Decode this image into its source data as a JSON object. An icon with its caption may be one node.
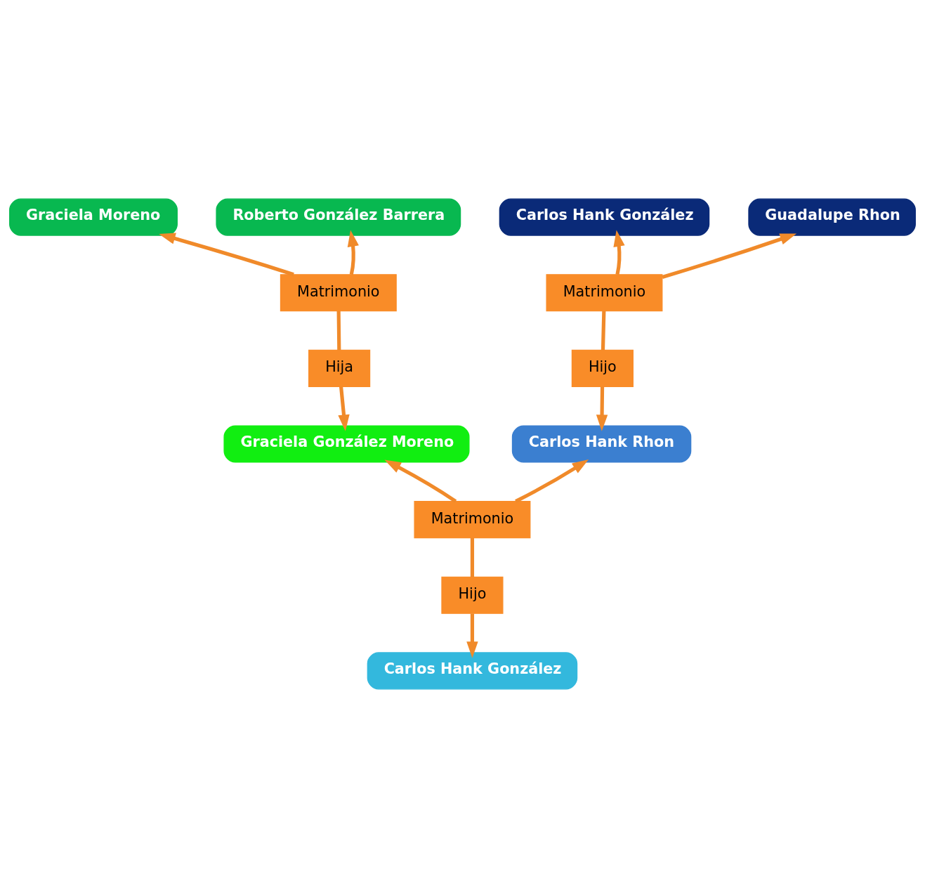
{
  "diagram": {
    "nodes": [
      {
        "text": [
          "Graciela Moreno"
        ]
      },
      {
        "text": [
          "Roberto González Barrera"
        ]
      },
      {
        "text": [
          "Carlos Hank González"
        ]
      },
      {
        "text": [
          "Guadalupe Rhon"
        ]
      },
      {
        "text": [
          "Matrimonio"
        ]
      },
      {
        "text": [
          "Matrimonio"
        ]
      },
      {
        "text": [
          "Hija"
        ]
      },
      {
        "text": [
          "Hijo"
        ]
      },
      {
        "text": [
          "Graciela González Moreno"
        ]
      },
      {
        "text": [
          "Carlos Hank Rhon"
        ]
      },
      {
        "text": [
          "Matrimonio"
        ]
      },
      {
        "text": [
          "Hijo"
        ]
      },
      {
        "text": [
          "Carlos Hank González"
        ]
      }
    ],
    "edges": [
      {
        "from": 4,
        "to": 0,
        "arrow": "to"
      },
      {
        "from": 4,
        "to": 1,
        "arrow": "to"
      },
      {
        "from": 4,
        "to": 6,
        "arrow": "none"
      },
      {
        "from": 6,
        "to": 8,
        "arrow": "to"
      },
      {
        "from": 5,
        "to": 2,
        "arrow": "to"
      },
      {
        "from": 5,
        "to": 3,
        "arrow": "to"
      },
      {
        "from": 5,
        "to": 7,
        "arrow": "none"
      },
      {
        "from": 7,
        "to": 9,
        "arrow": "to"
      },
      {
        "from": 10,
        "to": 8,
        "arrow": "to"
      },
      {
        "from": 10,
        "to": 9,
        "arrow": "to"
      },
      {
        "from": 10,
        "to": 11,
        "arrow": "none"
      },
      {
        "from": 11,
        "to": 12,
        "arrow": "to"
      }
    ]
  }
}
